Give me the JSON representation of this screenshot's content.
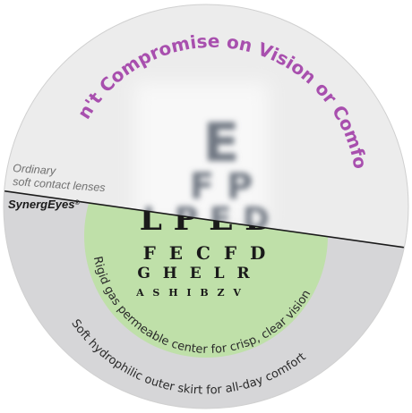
{
  "title_arc": "Don't Compromise on Vision or Comfort",
  "labels": {
    "ordinary_line1": "Ordinary",
    "ordinary_line2": "soft contact lenses",
    "brand": "SynergEyes",
    "brand_mark": "®",
    "center_arc": "Rigid gas permeable center for crisp, clear vision",
    "outer_arc": "Soft hydrophilic outer skirt for all-day comfort"
  },
  "eye_chart": {
    "blurred_rows": [
      "E",
      "F P",
      "L P E D"
    ],
    "sharp_rows": [
      "L P E D",
      "F E C F D",
      "G H E L R",
      "A S H I B Z V"
    ]
  },
  "colors": {
    "upper_disc": "#ececec",
    "lower_disc": "#d6d6d8",
    "center_zone": "#bfe0a9",
    "title_text": "#a84fae",
    "label_text": "#707070",
    "chart_text": "#1a1a1a"
  }
}
